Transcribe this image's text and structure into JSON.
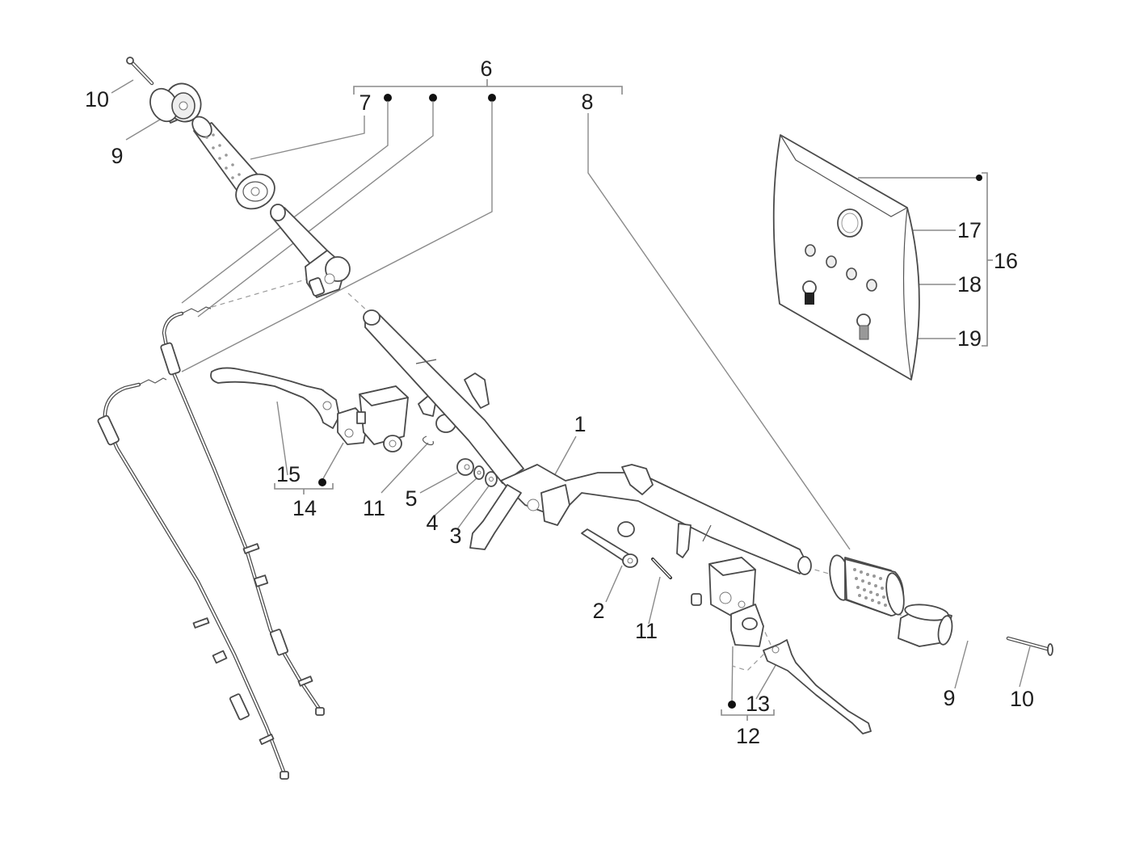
{
  "diagram": {
    "type": "exploded-parts-diagram",
    "subject": "Handlebar assembly with grips, brake levers, master cylinders and cables",
    "callouts": [
      {
        "id": "c1",
        "number": "1",
        "part": "handlebar"
      },
      {
        "id": "c2",
        "number": "2",
        "part": "bolt"
      },
      {
        "id": "c3",
        "number": "3",
        "part": "washer"
      },
      {
        "id": "c4",
        "number": "4",
        "part": "washer"
      },
      {
        "id": "c5",
        "number": "5",
        "part": "nut"
      },
      {
        "id": "c6",
        "number": "6",
        "part": "throttle-control-kit"
      },
      {
        "id": "c7",
        "number": "7",
        "part": "left-grip"
      },
      {
        "id": "c8",
        "number": "8",
        "part": "right-grip"
      },
      {
        "id": "c9a",
        "number": "9",
        "part": "bar-end-weight-left"
      },
      {
        "id": "c9b",
        "number": "9",
        "part": "bar-end-weight-right"
      },
      {
        "id": "c10a",
        "number": "10",
        "part": "bar-end-screw-left"
      },
      {
        "id": "c10b",
        "number": "10",
        "part": "bar-end-screw-right"
      },
      {
        "id": "c11a",
        "number": "11",
        "part": "clip-left"
      },
      {
        "id": "c11b",
        "number": "11",
        "part": "clip-right"
      },
      {
        "id": "c12",
        "number": "12",
        "part": "right-master-cylinder-assembly"
      },
      {
        "id": "c13",
        "number": "13",
        "part": "right-brake-lever"
      },
      {
        "id": "c14",
        "number": "14",
        "part": "left-master-cylinder-assembly"
      },
      {
        "id": "c15",
        "number": "15",
        "part": "left-brake-lever"
      },
      {
        "id": "c16",
        "number": "16",
        "part": "fittings-kit"
      },
      {
        "id": "c17",
        "number": "17",
        "part": "seal-ring"
      },
      {
        "id": "c18",
        "number": "18",
        "part": "washers"
      },
      {
        "id": "c19",
        "number": "19",
        "part": "banjo-bolt"
      }
    ]
  }
}
